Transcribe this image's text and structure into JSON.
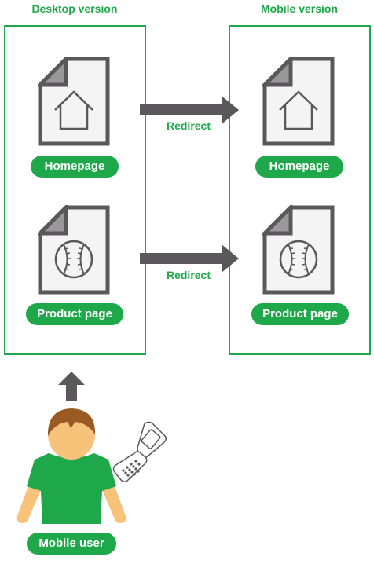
{
  "columns": {
    "desktop": {
      "heading": "Desktop version",
      "pages": [
        {
          "label": "Homepage",
          "icon": "house-icon"
        },
        {
          "label": "Product page",
          "icon": "baseball-icon"
        }
      ]
    },
    "mobile": {
      "heading": "Mobile version",
      "pages": [
        {
          "label": "Homepage",
          "icon": "house-icon"
        },
        {
          "label": "Product page",
          "icon": "baseball-icon"
        }
      ]
    }
  },
  "redirects": [
    {
      "label": "Redirect"
    },
    {
      "label": "Redirect"
    }
  ],
  "user": {
    "label": "Mobile user"
  },
  "colors": {
    "accent": "#1fa84a",
    "arrow": "#5a585a",
    "document_fill": "#f4f4f4",
    "document_stroke": "#5a585a",
    "document_fold": "#9a989a",
    "skin": "#f7c27a",
    "hair": "#9b5a24",
    "shirt": "#1fa84a"
  }
}
